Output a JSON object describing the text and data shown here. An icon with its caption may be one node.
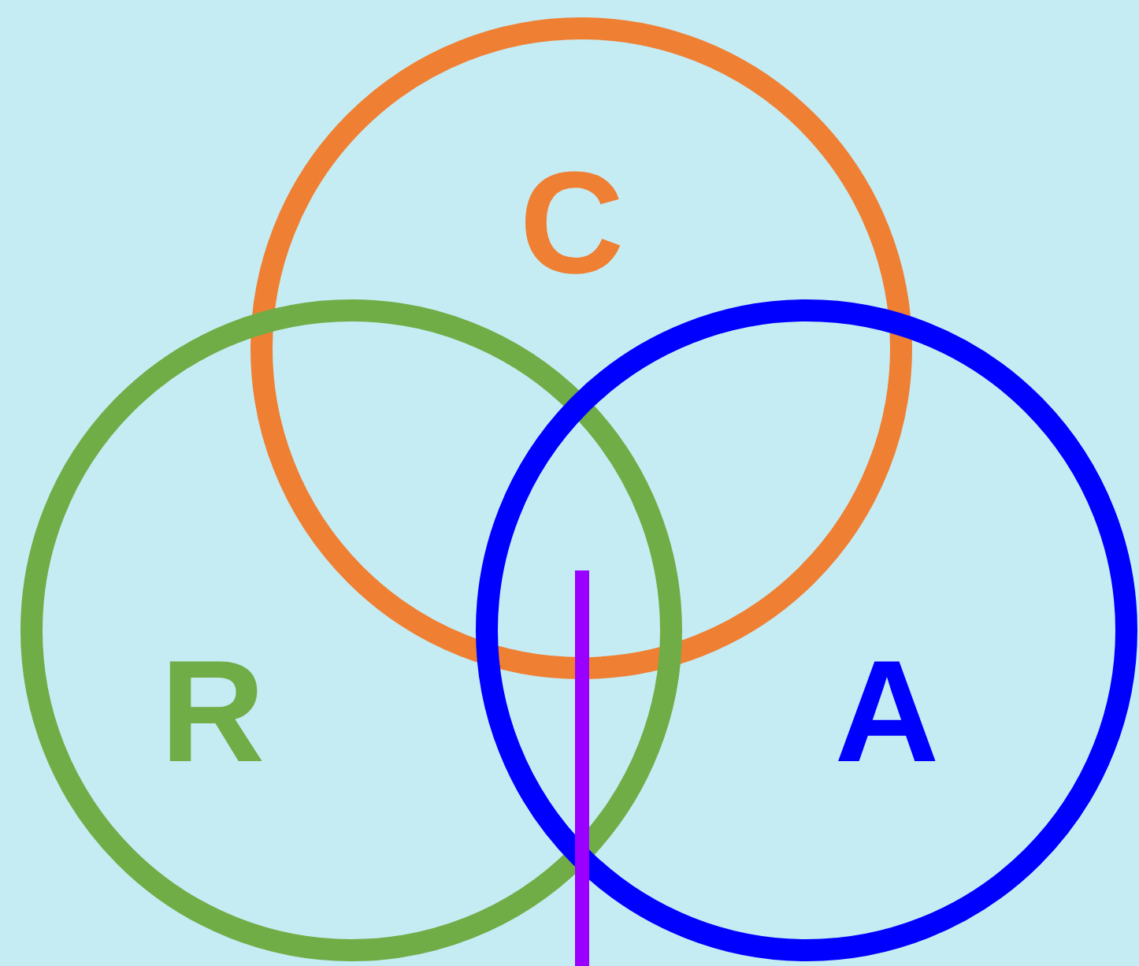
{
  "diagram": {
    "nodes": [
      {
        "text": [
          "C"
        ]
      },
      {
        "text": [
          "R"
        ]
      },
      {
        "text": [
          "A"
        ]
      }
    ]
  }
}
